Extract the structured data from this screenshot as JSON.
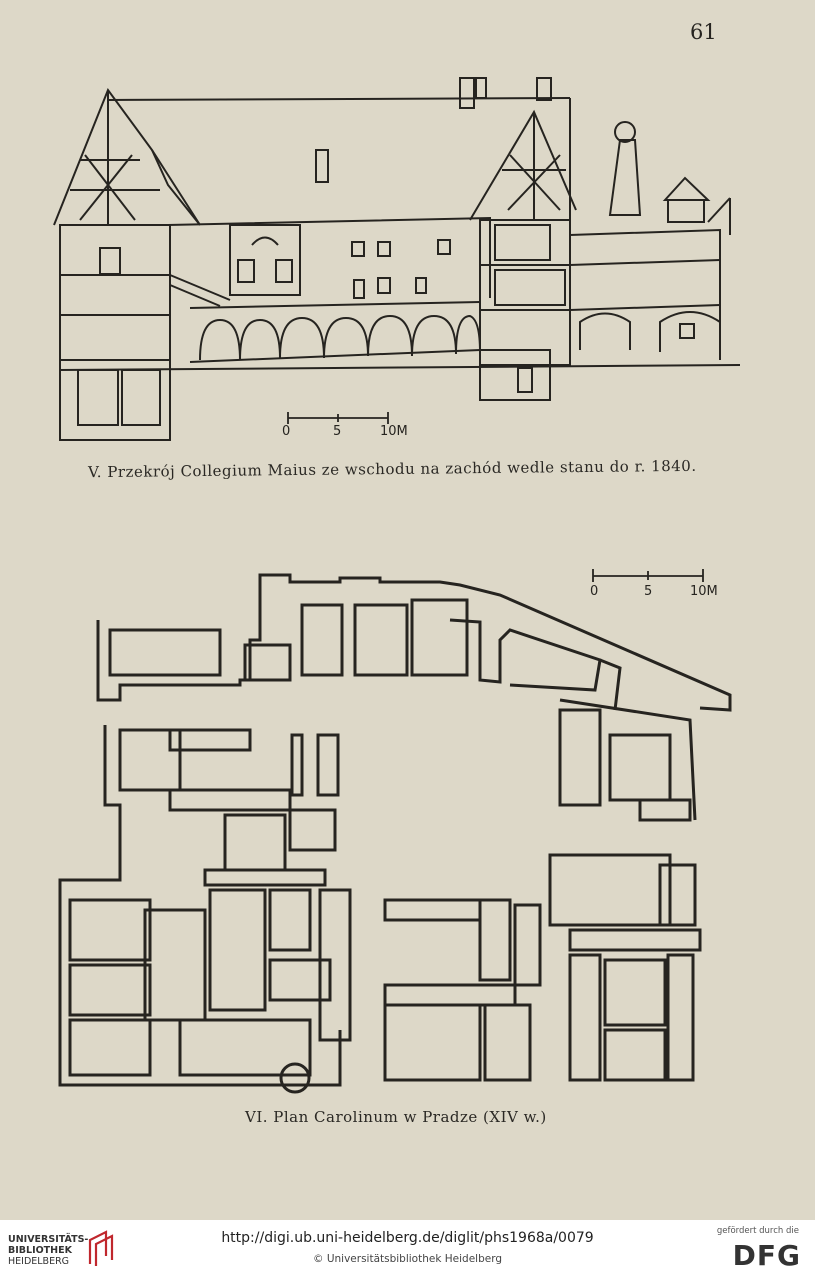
{
  "page": {
    "number": "61",
    "figure5": {
      "caption": "V. Przekrój Collegium Maius ze wschodu na zachód wedle stanu do r. 1840.",
      "scale": {
        "zero": "0",
        "mid": "5",
        "end": "10M"
      }
    },
    "figure6": {
      "caption": "VI. Plan Carolinum w Pradze (XIV w.)",
      "scale": {
        "zero": "0",
        "mid": "5",
        "end": "10M"
      }
    }
  },
  "footer": {
    "library_name_line1": "UNIVERSITÄTS-",
    "library_name_line2": "BIBLIOTHEK",
    "library_city": "HEIDELBERG",
    "url": "http://digi.ub.uni-heidelberg.de/diglit/phs1968a/0079",
    "copyright": "© Universitätsbibliothek Heidelberg",
    "funded_by": "gefördert durch die",
    "dfg_logo": "DFG"
  },
  "colors": {
    "paper": "#ddd8c8",
    "ink": "#262420",
    "ub_red": "#c0272d"
  }
}
